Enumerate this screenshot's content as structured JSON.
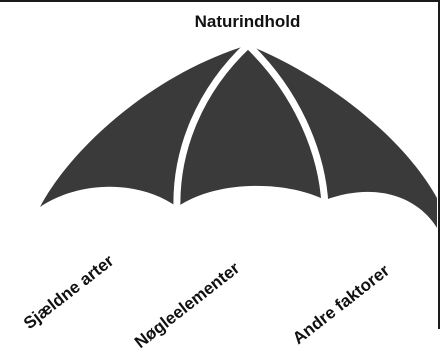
{
  "diagram": {
    "title": "Naturindhold",
    "segments": [
      {
        "label": "Sjældne arter"
      },
      {
        "label": "Nøgleelementer"
      },
      {
        "label": "Andre faktorer"
      }
    ],
    "colors": {
      "canopy": "#3a3a3a",
      "rib": "#ffffff",
      "text": "#111111",
      "frame": "#1a1a1a"
    }
  }
}
